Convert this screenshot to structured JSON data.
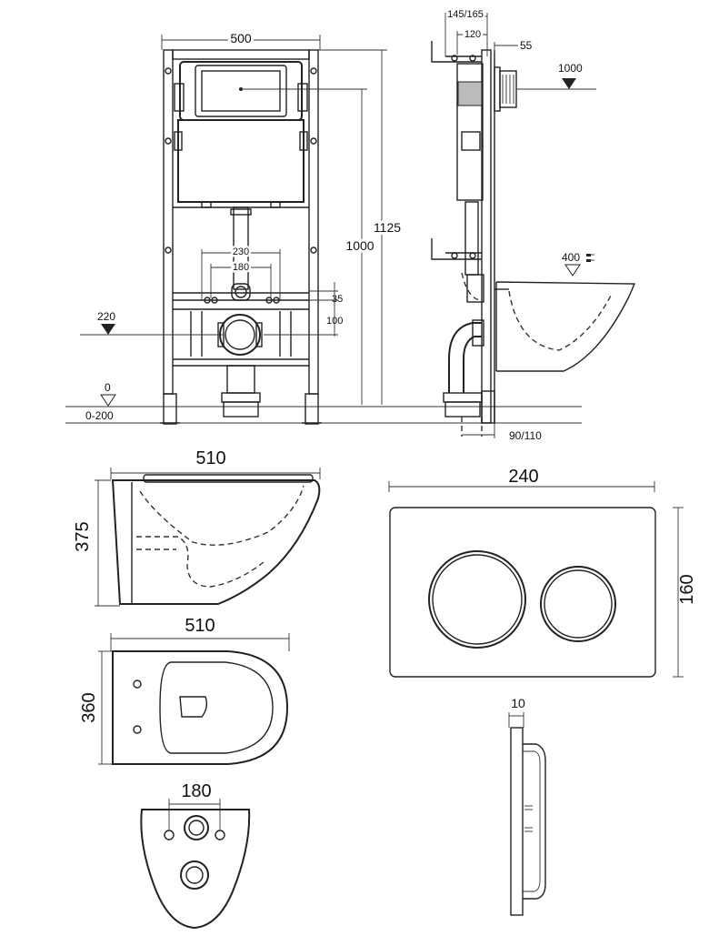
{
  "front_view": {
    "width": "500",
    "height_1125": "1125",
    "height_1000": "1000",
    "spacing_230": "230",
    "spacing_180": "180",
    "offset_35": "35",
    "offset_100": "100",
    "level_220": "220",
    "floor_0": "0",
    "floor_range": "0-200"
  },
  "side_view": {
    "depth_145_165": "145/165",
    "depth_120": "120",
    "depth_55": "55",
    "level_1000": "1000",
    "level_400": "400",
    "bottom_90_110": "90/110"
  },
  "bowl_side": {
    "length": "510",
    "height": "375"
  },
  "bowl_top": {
    "length": "510",
    "width": "360"
  },
  "bowl_rear": {
    "spacing": "180"
  },
  "flush_plate": {
    "width": "240",
    "height": "160",
    "thickness": "10"
  }
}
